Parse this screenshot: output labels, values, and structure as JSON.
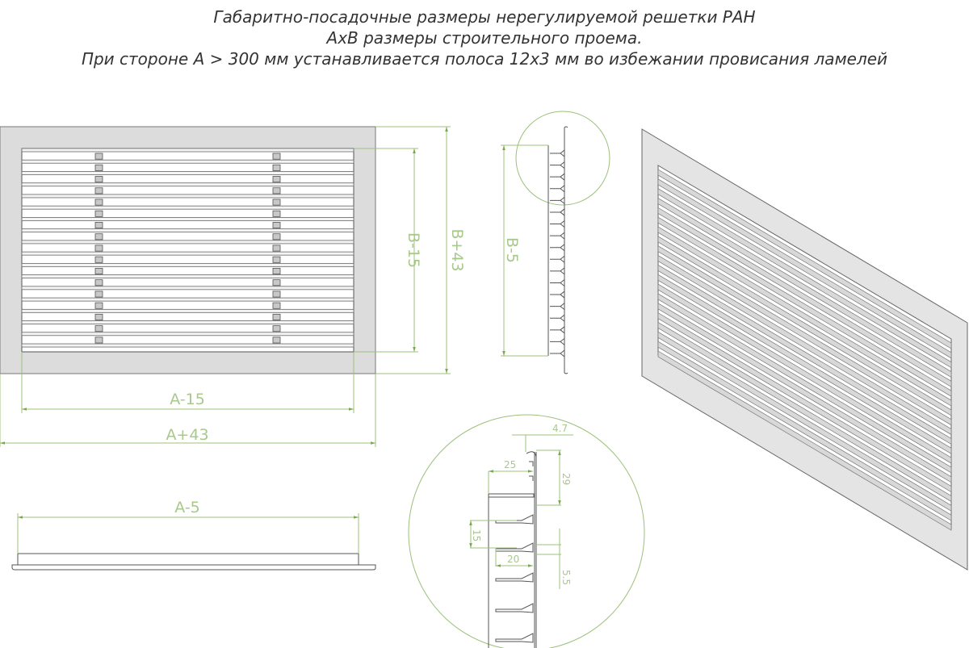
{
  "title": {
    "line1": "Габаритно-посадочные размеры нерегулируемой решетки РАН",
    "line2": "АхВ размеры строительного проема.",
    "line3": "При стороне А > 300 мм устанавливается полоса 12х3 мм во избежании провисания ламелей"
  },
  "front_view": {
    "dim_inner_width": "A-15",
    "dim_outer_width": "A+43",
    "dim_inner_height": "B-15",
    "dim_outer_height": "B+43",
    "slat_count": 18
  },
  "side_view": {
    "dim_height": "B-5"
  },
  "bottom_view": {
    "dim_width": "A-5"
  },
  "detail": {
    "d1": "4.7",
    "d2": "25",
    "d3": "29",
    "d4": "15",
    "d5": "20",
    "d6": "5.5"
  },
  "colors": {
    "dimension": "#9cc07a",
    "frame": "#dcdcdc",
    "outline": "#555555"
  }
}
